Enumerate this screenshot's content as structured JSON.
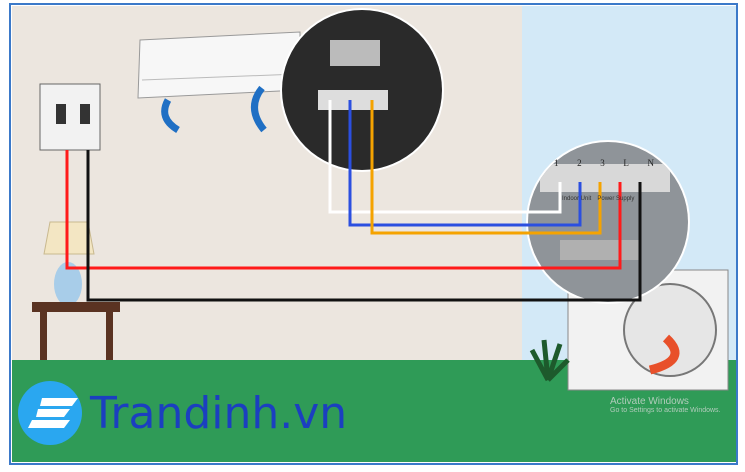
{
  "terminal_labels": [
    "1",
    "2",
    "3",
    "L",
    "N"
  ],
  "terminal_block_label_left": "Indoor Unit",
  "terminal_block_label_right": "Power Supply",
  "brand_text": "Trandinh.vn",
  "watermark": {
    "title": "Activate Windows",
    "subtitle": "Go to Settings to activate Windows."
  },
  "colors": {
    "wall": "#ece6df",
    "sky": "#d3e9f7",
    "floor": "#2f9b57",
    "frame": "#3b79c9",
    "live": "#ff1a1a",
    "neutral": "#111111",
    "wire1": "#ffffff",
    "wire2": "#2b4fe0",
    "wire3": "#f5a300",
    "brand": "#1b3fc0",
    "logo": "#2aa7f0"
  }
}
